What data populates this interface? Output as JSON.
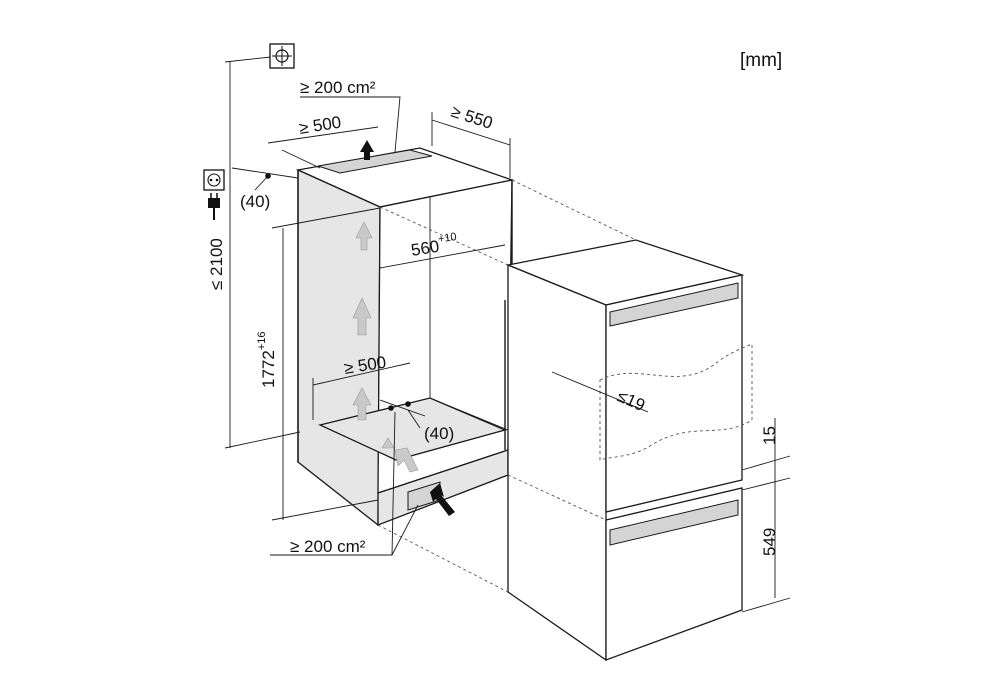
{
  "units_label": "[mm]",
  "dimensions": {
    "top_vent_area": "≥ 200 cm²",
    "top_vent_depth": "≥ 500",
    "cabinet_depth": "≥ 550",
    "top_gap": "(40)",
    "max_height": "≤ 2100",
    "niche_width_value": "560",
    "niche_width_tolerance": "+10",
    "niche_height_value": "1772",
    "niche_height_tolerance": "+16",
    "bottom_vent_depth": "≥ 500",
    "bottom_gap": "(40)",
    "bottom_vent_area": "≥ 200 cm²",
    "door_thickness": "≤19",
    "drawer_gap": "15",
    "drawer_height": "549"
  },
  "icons": [
    "target-mark-icon",
    "power-socket-icon",
    "power-plug-icon"
  ],
  "colors": {
    "line": "#1a1a1a",
    "panel_fill": "#e6e6e6",
    "airflow_arrow": "#c9c9c9"
  }
}
